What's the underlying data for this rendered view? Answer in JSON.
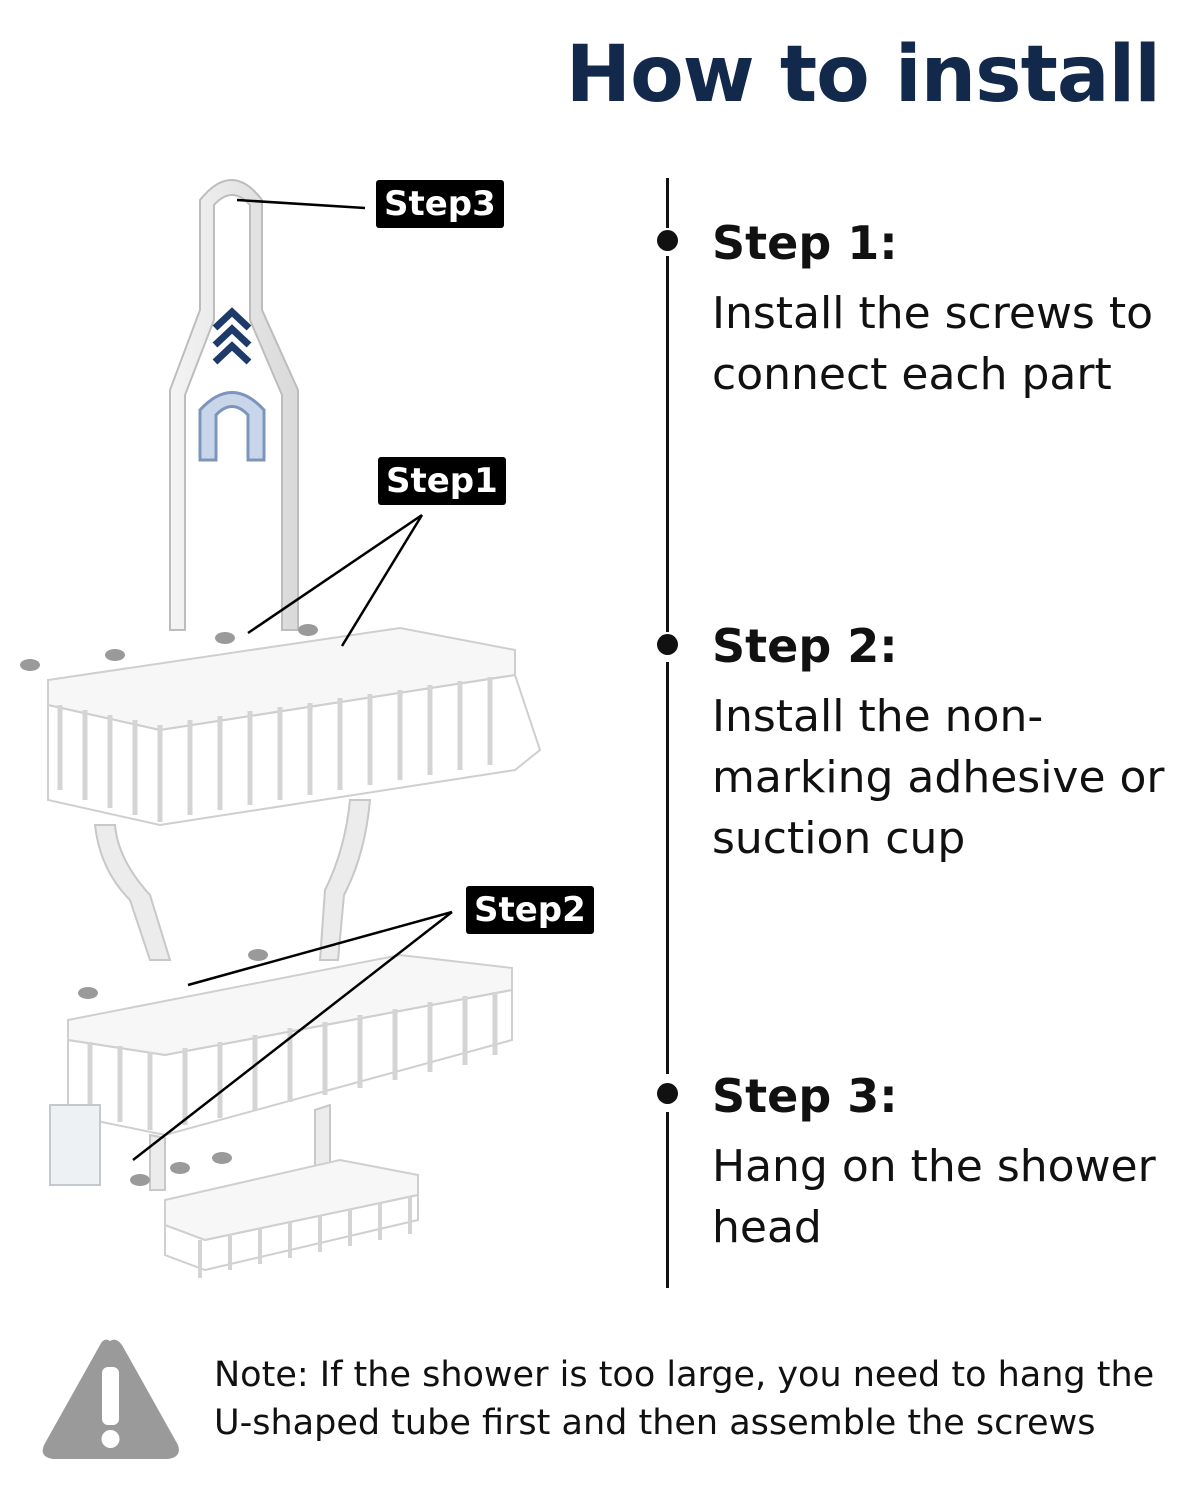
{
  "title": "How to install",
  "callouts": {
    "step3": "Step3",
    "step1": "Step1",
    "step2": "Step2"
  },
  "steps": [
    {
      "title": "Step 1:",
      "desc": "Install the screws to connect each part"
    },
    {
      "title": "Step 2:",
      "desc": "Install the non-marking adhesive or suction cup"
    },
    {
      "title": "Step 3:",
      "desc": "Hang on the shower head"
    }
  ],
  "note": {
    "line1": "Note: If the shower is too large, you need to hang the",
    "line2": "U-shaped tube first and then assemble the screws",
    "icon": "warning-triangle-icon"
  },
  "colors": {
    "title": "#13294b",
    "accent_blue": "#1e3a6b",
    "warning_grey": "#9a9a9a"
  }
}
